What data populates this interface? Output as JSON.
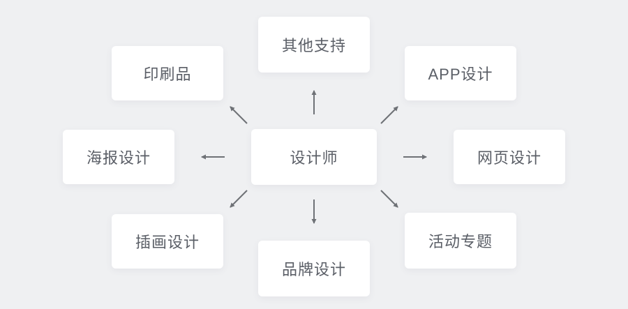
{
  "diagram": {
    "title": "designer-skills-mind-map",
    "center": {
      "id": "designer",
      "label": "设计师"
    },
    "nodes": [
      {
        "id": "other-support",
        "label": "其他支持",
        "position": "top"
      },
      {
        "id": "printed-matter",
        "label": "印刷品",
        "position": "top-left"
      },
      {
        "id": "app-design",
        "label": "APP设计",
        "position": "top-right"
      },
      {
        "id": "poster-design",
        "label": "海报设计",
        "position": "left"
      },
      {
        "id": "web-design",
        "label": "网页设计",
        "position": "right"
      },
      {
        "id": "illustration-design",
        "label": "插画设计",
        "position": "bottom-left"
      },
      {
        "id": "brand-design",
        "label": "品牌设计",
        "position": "bottom"
      },
      {
        "id": "event-special",
        "label": "活动专题",
        "position": "bottom-right"
      }
    ],
    "connections": [
      {
        "from": "designer",
        "to": "other-support",
        "direction": "up"
      },
      {
        "from": "designer",
        "to": "printed-matter",
        "direction": "up-left"
      },
      {
        "from": "designer",
        "to": "app-design",
        "direction": "up-right"
      },
      {
        "from": "designer",
        "to": "poster-design",
        "direction": "left"
      },
      {
        "from": "designer",
        "to": "web-design",
        "direction": "right"
      },
      {
        "from": "designer",
        "to": "illustration-design",
        "direction": "down-left"
      },
      {
        "from": "designer",
        "to": "brand-design",
        "direction": "down"
      },
      {
        "from": "designer",
        "to": "event-special",
        "direction": "down-right"
      }
    ],
    "colors": {
      "background": "#eff0f2",
      "card_background": "#ffffff",
      "text": "#5a5e66",
      "arrow": "#6e7176"
    }
  }
}
